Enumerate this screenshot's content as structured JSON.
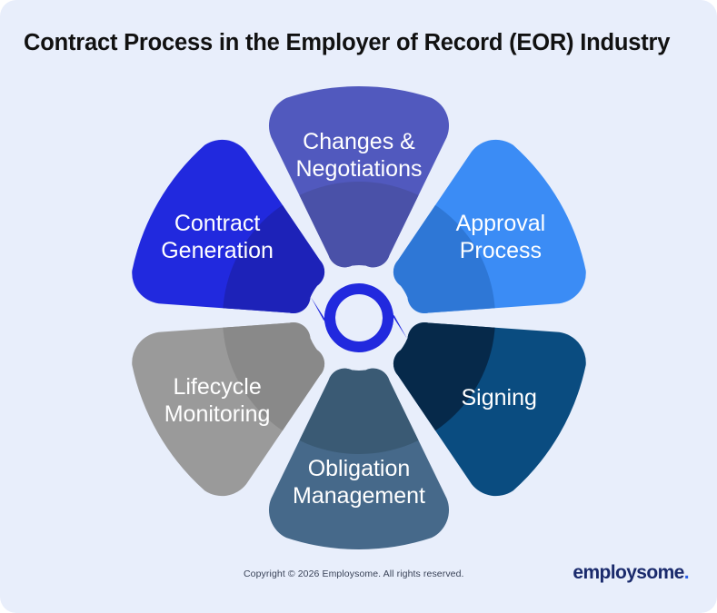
{
  "page": {
    "title": "Contract Process in the Employer of Record (EOR) Industry",
    "background_color": "#e8eefb",
    "title_color": "#111111"
  },
  "diagram": {
    "type": "cycle-wheel",
    "center_icon": "refresh-cycle-icon",
    "center_icon_color": "#2129de",
    "segment_count": 6,
    "segments": [
      {
        "id": "contract-generation",
        "label_line1": "Contract",
        "label_line2": "Generation",
        "color": "#2129de",
        "inner_color": "#1d22b8",
        "order": 1
      },
      {
        "id": "changes-negotiations",
        "label_line1": "Changes &",
        "label_line2": "Negotiations",
        "color": "#5159be",
        "inner_color": "#4a51a8",
        "order": 2
      },
      {
        "id": "approval-process",
        "label_line1": "Approval",
        "label_line2": "Process",
        "color": "#3b8cf5",
        "inner_color": "#2e77d6",
        "order": 3
      },
      {
        "id": "signing",
        "label_line1": "Signing",
        "label_line2": "",
        "color": "#0a4c80",
        "inner_color": "#06294a",
        "order": 4
      },
      {
        "id": "obligation-management",
        "label_line1": "Obligation",
        "label_line2": "Management",
        "color": "#46698a",
        "inner_color": "#3a5a74",
        "order": 5
      },
      {
        "id": "lifecycle-monitoring",
        "label_line1": "Lifecycle",
        "label_line2": "Monitoring",
        "color": "#9a9a9a",
        "inner_color": "#898989",
        "order": 6
      }
    ]
  },
  "footer": {
    "copyright": "Copyright © 2026 Employsome. All rights reserved.",
    "brand_name": "employsome",
    "brand_dot": ".",
    "brand_color": "#1a2a6c",
    "brand_dot_color": "#2b5fe8"
  }
}
